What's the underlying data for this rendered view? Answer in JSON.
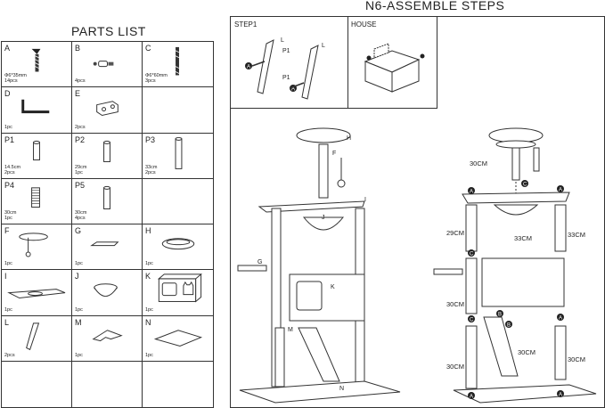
{
  "parts_list": {
    "title": "PARTS LIST",
    "cells": [
      {
        "label": "A",
        "spec": "Φ6*35mm\n14pcs"
      },
      {
        "label": "B",
        "spec": "4pcs"
      },
      {
        "label": "C",
        "spec": "Φ6*60mm\n3pcs"
      },
      {
        "label": "D",
        "spec": "1pc"
      },
      {
        "label": "E",
        "spec": "2pcs"
      },
      {
        "label": "",
        "spec": ""
      },
      {
        "label": "P1",
        "spec": "14.5cm\n2pcs"
      },
      {
        "label": "P2",
        "spec": "29cm\n1pc"
      },
      {
        "label": "P3",
        "spec": "33cm\n2pcs"
      },
      {
        "label": "P4",
        "spec": "30cm\n1pc"
      },
      {
        "label": "P5",
        "spec": "30cm\n4pcs"
      },
      {
        "label": "",
        "spec": ""
      },
      {
        "label": "F",
        "spec": "1pc"
      },
      {
        "label": "G",
        "spec": "1pc"
      },
      {
        "label": "H",
        "spec": "1pc"
      },
      {
        "label": "I",
        "spec": "1pc"
      },
      {
        "label": "J",
        "spec": "1pc"
      },
      {
        "label": "K",
        "spec": "1pc"
      },
      {
        "label": "L",
        "spec": "2pcs"
      },
      {
        "label": "M",
        "spec": "1pc"
      },
      {
        "label": "N",
        "spec": "1pc"
      },
      {
        "label": "",
        "spec": ""
      },
      {
        "label": "",
        "spec": ""
      },
      {
        "label": "",
        "spec": ""
      }
    ]
  },
  "assembly": {
    "title": "N6-ASSEMBLE STEPS",
    "step1_label": "STEP1",
    "house_label": "HOUSE",
    "step1_tags": {
      "p1a": "P1",
      "p1b": "P1",
      "l1": "L",
      "l2": "L",
      "a": "A"
    },
    "tower_tags": {
      "h": "H",
      "f": "F",
      "i": "I",
      "j": "J",
      "g": "G",
      "k": "K",
      "m": "M",
      "n": "N"
    },
    "dimensions": {
      "d1": "30CM",
      "d2": "29CM",
      "d3": "33CM",
      "d4": "33CM",
      "d5": "30CM",
      "d6": "30CM",
      "d7": "30CM",
      "d8": "30CM"
    },
    "badges": {
      "a": "A",
      "b": "B",
      "c": "C"
    }
  }
}
